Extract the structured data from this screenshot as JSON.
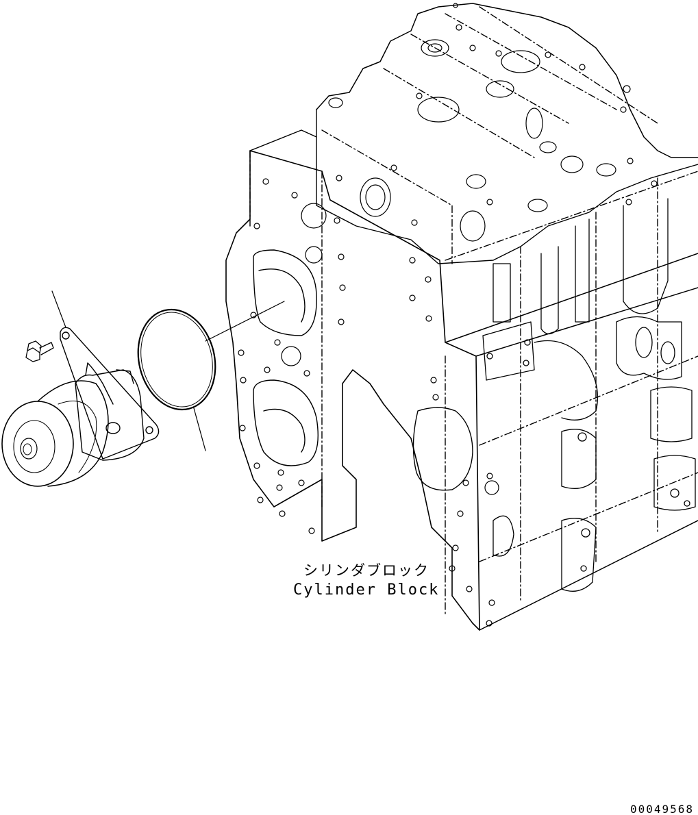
{
  "label": {
    "japanese": "シリンダブロック",
    "english": "Cylinder Block"
  },
  "figure_number": "00049568",
  "icons": [
    "cylinder-block-illustration",
    "water-pump-illustration",
    "gasket-ring-illustration",
    "bolt-illustration"
  ],
  "colors": {
    "line": "#000000",
    "background": "#ffffff"
  }
}
